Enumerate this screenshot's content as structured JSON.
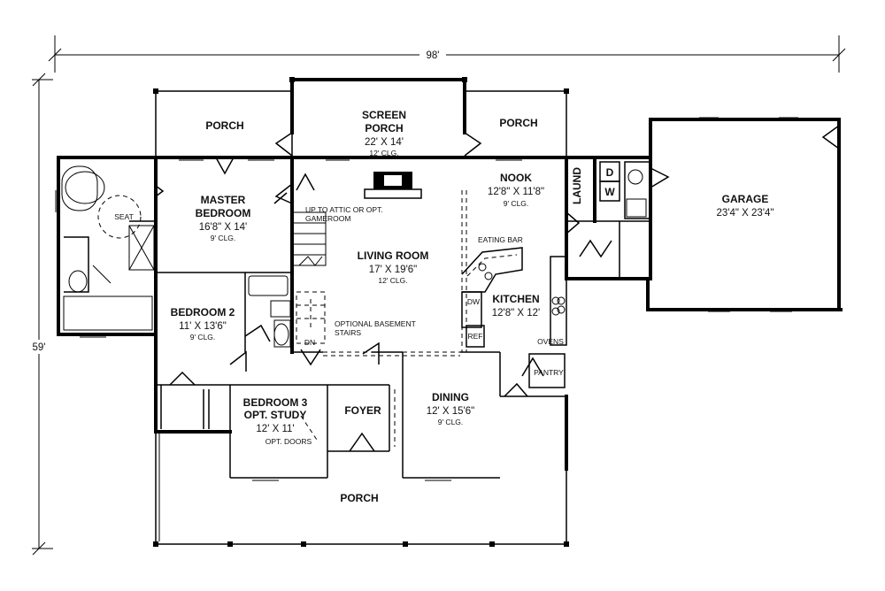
{
  "dimensions": {
    "overall_width": "98'",
    "overall_depth": "59'"
  },
  "rooms": {
    "porch_left": {
      "name": "PORCH"
    },
    "screen_porch": {
      "name_line1": "SCREEN",
      "name_line2": "PORCH",
      "size": "22' X 14'",
      "ceiling": "12' CLG."
    },
    "porch_right": {
      "name": "PORCH"
    },
    "master_bedroom": {
      "name_line1": "MASTER",
      "name_line2": "BEDROOM",
      "size": "16'8\" X 14'",
      "ceiling": "9' CLG."
    },
    "master_bath": {
      "seat": "SEAT"
    },
    "nook": {
      "name": "NOOK",
      "size": "12'8\" X 11'8\"",
      "ceiling": "9' CLG."
    },
    "laundry": {
      "name": "LAUND",
      "dryer": "D",
      "washer": "W"
    },
    "garage": {
      "name": "GARAGE",
      "size": "23'4\" X 23'4\""
    },
    "living_room": {
      "name": "LIVING ROOM",
      "size": "17' X 19'6\"",
      "ceiling": "12' CLG."
    },
    "kitchen": {
      "name": "KITCHEN",
      "size": "12'8\" X 12'",
      "eating_bar": "EATING BAR",
      "dishwasher": "DW",
      "refrigerator": "REF",
      "ovens": "OVENS",
      "pantry": "PANTRY"
    },
    "bedroom2": {
      "name": "BEDROOM 2",
      "size": "11' X 13'6\"",
      "ceiling": "9' CLG."
    },
    "bedroom3": {
      "name_line1": "BEDROOM 3",
      "name_line2": "OPT. STUDY",
      "size": "12' X 11'",
      "note": "OPT. DOORS"
    },
    "foyer": {
      "name": "FOYER"
    },
    "dining": {
      "name": "DINING",
      "size": "12' X 15'6\"",
      "ceiling": "9' CLG."
    },
    "front_porch": {
      "name": "PORCH"
    }
  },
  "notes": {
    "attic_line1": "UP TO ATTIC OR OPT.",
    "attic_line2": "GAMEROOM",
    "basement_line1": "OPTIONAL BASEMENT",
    "basement_line2": "STAIRS",
    "down": "DN"
  }
}
